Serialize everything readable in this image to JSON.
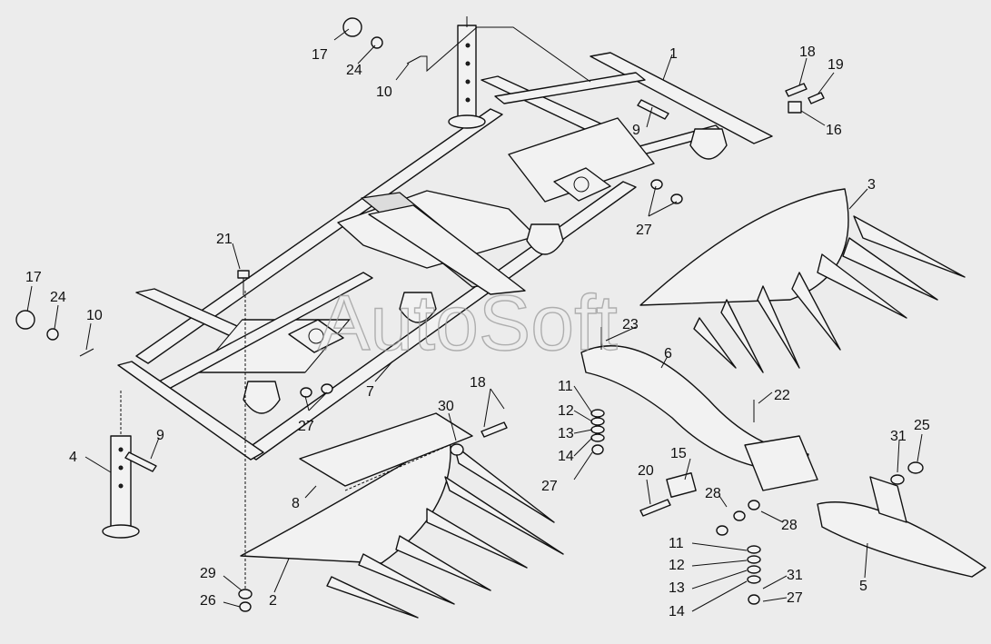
{
  "watermark": "AutoSoft",
  "callouts": [
    {
      "id": "c17a",
      "text": "17"
    },
    {
      "id": "c24a",
      "text": "24"
    },
    {
      "id": "c10a",
      "text": "10"
    },
    {
      "id": "c1",
      "text": "1"
    },
    {
      "id": "c18a",
      "text": "18"
    },
    {
      "id": "c19",
      "text": "19"
    },
    {
      "id": "c16",
      "text": "16"
    },
    {
      "id": "c9a",
      "text": "9"
    },
    {
      "id": "c27a",
      "text": "27"
    },
    {
      "id": "c3",
      "text": "3"
    },
    {
      "id": "c21",
      "text": "21"
    },
    {
      "id": "c17b",
      "text": "17"
    },
    {
      "id": "c24b",
      "text": "24"
    },
    {
      "id": "c10b",
      "text": "10"
    },
    {
      "id": "c7",
      "text": "7"
    },
    {
      "id": "c27b",
      "text": "27"
    },
    {
      "id": "c23",
      "text": "23"
    },
    {
      "id": "c6",
      "text": "6"
    },
    {
      "id": "c18b",
      "text": "18"
    },
    {
      "id": "c30",
      "text": "30"
    },
    {
      "id": "c11a",
      "text": "11"
    },
    {
      "id": "c12a",
      "text": "12"
    },
    {
      "id": "c13a",
      "text": "13"
    },
    {
      "id": "c14a",
      "text": "14"
    },
    {
      "id": "c27c",
      "text": "27"
    },
    {
      "id": "c22",
      "text": "22"
    },
    {
      "id": "c4",
      "text": "4"
    },
    {
      "id": "c9b",
      "text": "9"
    },
    {
      "id": "c8",
      "text": "8"
    },
    {
      "id": "c20",
      "text": "20"
    },
    {
      "id": "c15",
      "text": "15"
    },
    {
      "id": "c28a",
      "text": "28"
    },
    {
      "id": "c28b",
      "text": "28"
    },
    {
      "id": "c31a",
      "text": "31"
    },
    {
      "id": "c25",
      "text": "25"
    },
    {
      "id": "c29",
      "text": "29"
    },
    {
      "id": "c26",
      "text": "26"
    },
    {
      "id": "c2",
      "text": "2"
    },
    {
      "id": "c11b",
      "text": "11"
    },
    {
      "id": "c12b",
      "text": "12"
    },
    {
      "id": "c13b",
      "text": "13"
    },
    {
      "id": "c14b",
      "text": "14"
    },
    {
      "id": "c31b",
      "text": "31"
    },
    {
      "id": "c27d",
      "text": "27"
    },
    {
      "id": "c5",
      "text": "5"
    }
  ]
}
